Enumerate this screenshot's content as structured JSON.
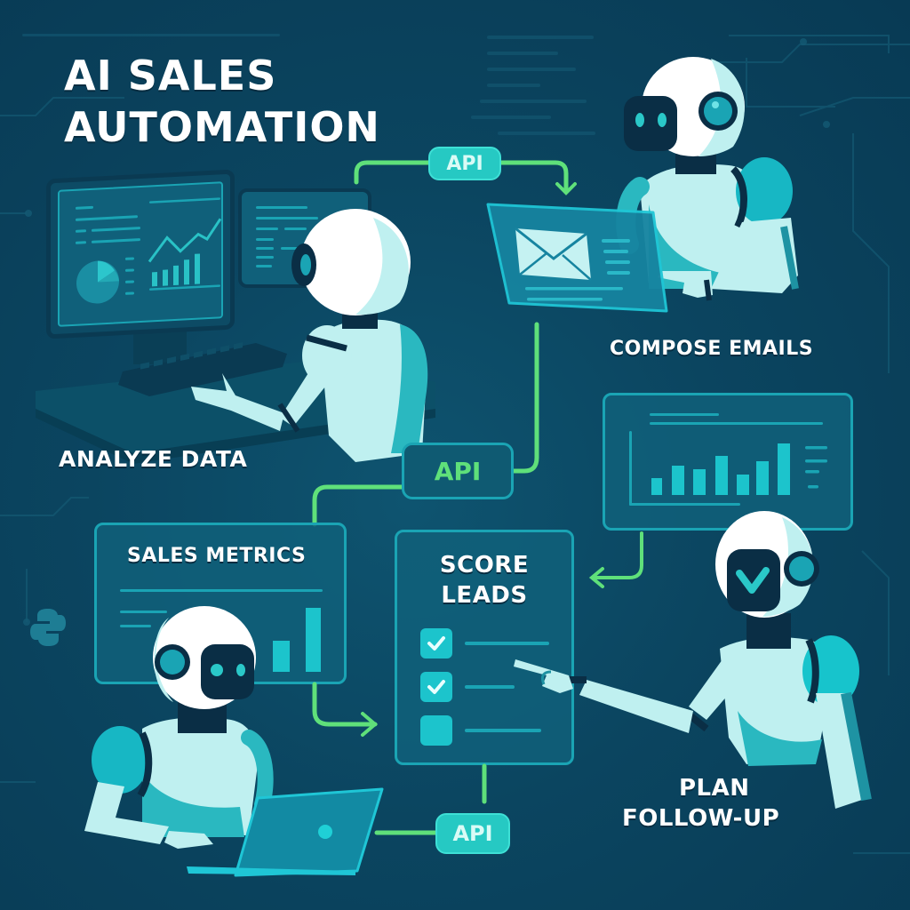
{
  "title": {
    "line1": "AI SALES",
    "line2": "AUTOMATION"
  },
  "steps": [
    {
      "id": "analyze",
      "label": "ANALYZE DATA"
    },
    {
      "id": "compose",
      "label": "COMPOSE EMAILS"
    },
    {
      "id": "metrics",
      "label": "SALES METRICS"
    },
    {
      "id": "score",
      "label_line1": "SCORE",
      "label_line2": "LEADS"
    },
    {
      "id": "plan",
      "label_line1": "PLAN",
      "label_line2": "FOLLOW-UP"
    }
  ],
  "connectors": [
    {
      "label": "API",
      "from": "analyze",
      "to": "compose"
    },
    {
      "label": "API",
      "from": "compose",
      "to": "metrics"
    },
    {
      "label": "API",
      "from": "laptop",
      "to": "score"
    }
  ],
  "score_leads_checklist": [
    {
      "checked": true
    },
    {
      "checked": true
    },
    {
      "checked": false
    }
  ],
  "icons": {
    "email": "envelope-icon",
    "check": "checkmark-icon",
    "python": "python-logo-icon"
  },
  "colors": {
    "background": "#0b4560",
    "panel": "#10607a",
    "panel_border": "#1aa4b4",
    "accent_teal": "#26c9c3",
    "arrow_green": "#5fe07a",
    "robot_light": "#bff0f0",
    "robot_dark": "#0a2e45"
  },
  "chart_data": [
    {
      "type": "bar",
      "title": "Analyze Data monitor chart",
      "categories": [
        "1",
        "2",
        "3",
        "4",
        "5",
        "6"
      ],
      "values": [
        3,
        4,
        4,
        5,
        6,
        7
      ],
      "trend_line": [
        4,
        7,
        5,
        6,
        4,
        6,
        8
      ]
    },
    {
      "type": "bar",
      "title": "Plan Follow-up dashboard",
      "categories": [
        "1",
        "2",
        "3",
        "4",
        "5",
        "6",
        "7"
      ],
      "values": [
        3,
        5,
        4.5,
        6.5,
        3.5,
        6,
        9
      ]
    },
    {
      "type": "bar",
      "title": "Sales Metrics",
      "categories": [
        "1",
        "2"
      ],
      "values": [
        4,
        9
      ]
    }
  ]
}
